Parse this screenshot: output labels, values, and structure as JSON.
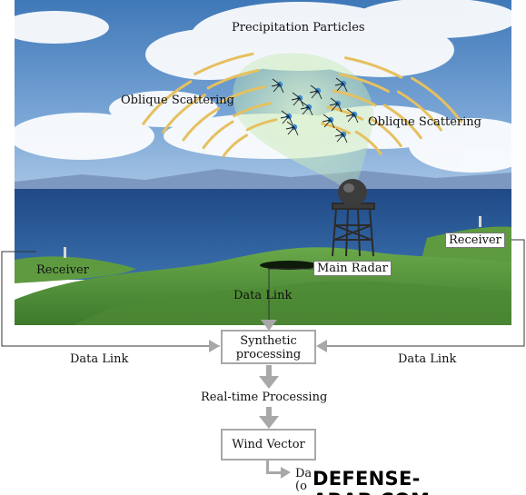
{
  "labels": {
    "precipitation": "Precipitation Particles",
    "oblique_left": "Oblique Scattering",
    "oblique_right": "Oblique Scattering",
    "receiver_left": "Receiver",
    "receiver_right": "Receiver",
    "main_radar": "Main Radar",
    "data_link_center": "Data Link",
    "data_link_left": "Data Link",
    "data_link_right": "Data Link",
    "realtime": "Real-time Processing",
    "output_partial_1": "Da",
    "output_partial_2": "(o"
  },
  "boxes": {
    "synthetic_line1": "Synthetic",
    "synthetic_line2": "processing",
    "wind_vector": "Wind Vector"
  },
  "watermark": "DEFENSE-ARAB.COM",
  "colors": {
    "sky": "#5a8ec8",
    "sea": "#24508c",
    "grass": "#5c9a3c",
    "wave": "#e6c060",
    "arrow": "#a8a8a8",
    "particle": "#3a8fd8"
  }
}
